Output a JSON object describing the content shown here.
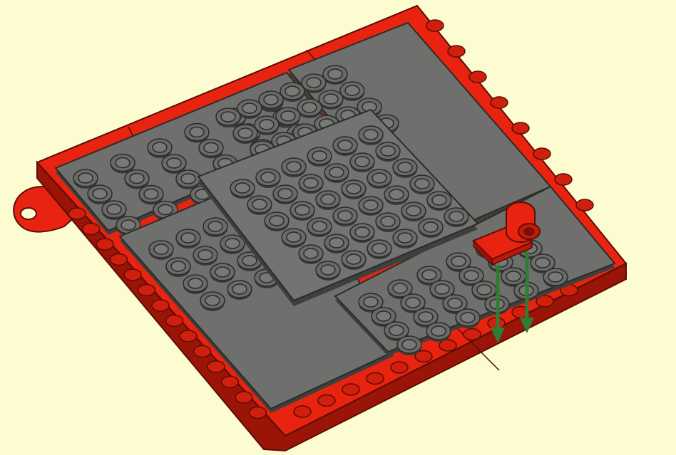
{
  "scene": {
    "background": "#fdfbd0",
    "colors": {
      "base_plate": "#e8230f",
      "base_plate_dark": "#9a1407",
      "tile": "#6f706d",
      "tile_dark": "#3f403d",
      "stud_rim": "#5b5c59",
      "arrow": "#2e7d32"
    },
    "components": [
      {
        "name": "base-frame",
        "kind": "red plate assembly",
        "has_keyring_loop": true
      },
      {
        "name": "tile-top-left",
        "kind": "gray plate",
        "studs_cols": 6,
        "studs_rows": 4
      },
      {
        "name": "tile-top-right",
        "kind": "gray plate",
        "studs_cols": 4,
        "studs_rows": 6
      },
      {
        "name": "tile-bottom-left",
        "kind": "gray plate",
        "studs_cols": 4,
        "studs_rows": 6
      },
      {
        "name": "tile-bottom-right",
        "kind": "gray plate",
        "studs_cols": 6,
        "studs_rows": 4
      },
      {
        "name": "tile-center",
        "kind": "gray plate",
        "studs_cols": 6,
        "studs_rows": 6
      },
      {
        "name": "red-clip-piece",
        "kind": "plate with vertical clip"
      }
    ],
    "arrows": [
      {
        "name": "insert-arrow-left",
        "direction": "down"
      },
      {
        "name": "insert-arrow-right",
        "direction": "down"
      }
    ]
  }
}
